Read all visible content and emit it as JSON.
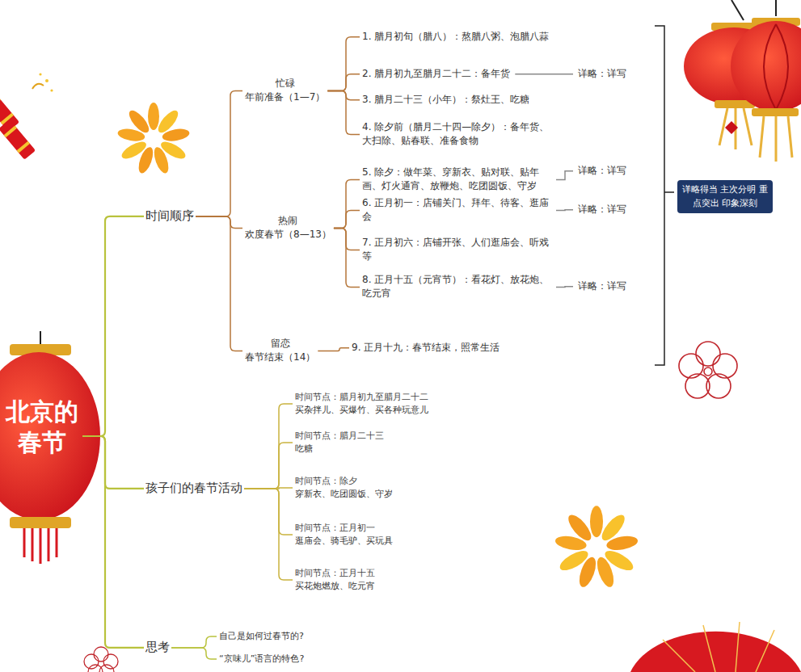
{
  "diagram": {
    "title": "北京的春节",
    "nodes": [
      {
        "text": [
          "北京的春节"
        ]
      },
      {
        "text": [
          "时间顺序"
        ]
      },
      {
        "text": [
          "忙碌",
          "年前准备（1—7）"
        ]
      },
      {
        "text": [
          "1. 腊月初旬（腊八）：熬腊八粥、泡腊八蒜"
        ]
      },
      {
        "text": [
          "2. 腊月初九至腊月二十二：备年货"
        ]
      },
      {
        "text": [
          "详略：详写"
        ]
      },
      {
        "text": [
          "3. 腊月二十三（小年）：祭灶王、吃糖"
        ]
      },
      {
        "text": [
          "4. 除夕前（腊月二十四—除夕）：备年货、大扫除、贴春联、准备食物"
        ]
      },
      {
        "text": [
          "热闹",
          "欢度春节（8—13）"
        ]
      },
      {
        "text": [
          "5. 除夕：做年菜、穿新衣、贴对联、贴年画、灯火通宵、放鞭炮、吃团圆饭、守岁"
        ]
      },
      {
        "text": [
          "详略：详写"
        ]
      },
      {
        "text": [
          "6. 正月初一：店铺关门、拜年、待客、逛庙会"
        ]
      },
      {
        "text": [
          "详略：详写"
        ]
      },
      {
        "text": [
          "7. 正月初六：店铺开张、人们逛庙会、听戏等"
        ]
      },
      {
        "text": [
          "8. 正月十五（元宵节）：看花灯、放花炮、吃元宵"
        ]
      },
      {
        "text": [
          "详略：详写"
        ]
      },
      {
        "text": [
          "留恋",
          "春节结束（14）"
        ]
      },
      {
        "text": [
          "9. 正月十九：春节结束，照常生活"
        ]
      },
      {
        "text": [
          "详略得当 主次分明 重点突出 印象深刻"
        ]
      },
      {
        "text": [
          "孩子们的春节活动"
        ]
      },
      {
        "text": [
          "时间节点：腊月初九至腊月二十二",
          "买杂拌儿、买爆竹、买各种玩意儿"
        ]
      },
      {
        "text": [
          "时间节点：腊月二十三",
          "吃糖"
        ]
      },
      {
        "text": [
          "时间节点：除夕",
          "穿新衣、吃团圆饭、守岁"
        ]
      },
      {
        "text": [
          "时间节点：正月初一",
          "逛庙会、骑毛驴、买玩具"
        ]
      },
      {
        "text": [
          "时间节点：正月十五",
          "买花炮燃放、吃元宵"
        ]
      },
      {
        "text": [
          "思考"
        ]
      },
      {
        "text": [
          "自己是如何过春节的?"
        ]
      },
      {
        "text": [
          "“京味儿”语言的特色?"
        ]
      }
    ],
    "edges": [
      {
        "from": 0,
        "to": 1,
        "arrow": "none"
      },
      {
        "from": 0,
        "to": 19,
        "arrow": "none"
      },
      {
        "from": 0,
        "to": 25,
        "arrow": "none"
      },
      {
        "from": 1,
        "to": 2,
        "arrow": "none"
      },
      {
        "from": 1,
        "to": 8,
        "arrow": "none"
      },
      {
        "from": 1,
        "to": 16,
        "arrow": "none"
      },
      {
        "from": 2,
        "to": 3,
        "arrow": "none"
      },
      {
        "from": 2,
        "to": 4,
        "arrow": "none"
      },
      {
        "from": 2,
        "to": 6,
        "arrow": "none"
      },
      {
        "from": 2,
        "to": 7,
        "arrow": "none"
      },
      {
        "from": 4,
        "to": 5,
        "arrow": "none"
      },
      {
        "from": 8,
        "to": 9,
        "arrow": "none"
      },
      {
        "from": 8,
        "to": 11,
        "arrow": "none"
      },
      {
        "from": 8,
        "to": 13,
        "arrow": "none"
      },
      {
        "from": 8,
        "to": 14,
        "arrow": "none"
      },
      {
        "from": 9,
        "to": 10,
        "arrow": "none"
      },
      {
        "from": 11,
        "to": 12,
        "arrow": "none"
      },
      {
        "from": 14,
        "to": 15,
        "arrow": "none"
      },
      {
        "from": 16,
        "to": 17,
        "arrow": "none"
      },
      {
        "from": 19,
        "to": 20,
        "arrow": "none"
      },
      {
        "from": 19,
        "to": 21,
        "arrow": "none"
      },
      {
        "from": 19,
        "to": 22,
        "arrow": "none"
      },
      {
        "from": 19,
        "to": 23,
        "arrow": "none"
      },
      {
        "from": 19,
        "to": 24,
        "arrow": "none"
      },
      {
        "from": 25,
        "to": 26,
        "arrow": "none"
      },
      {
        "from": 25,
        "to": 27,
        "arrow": "none"
      }
    ]
  }
}
